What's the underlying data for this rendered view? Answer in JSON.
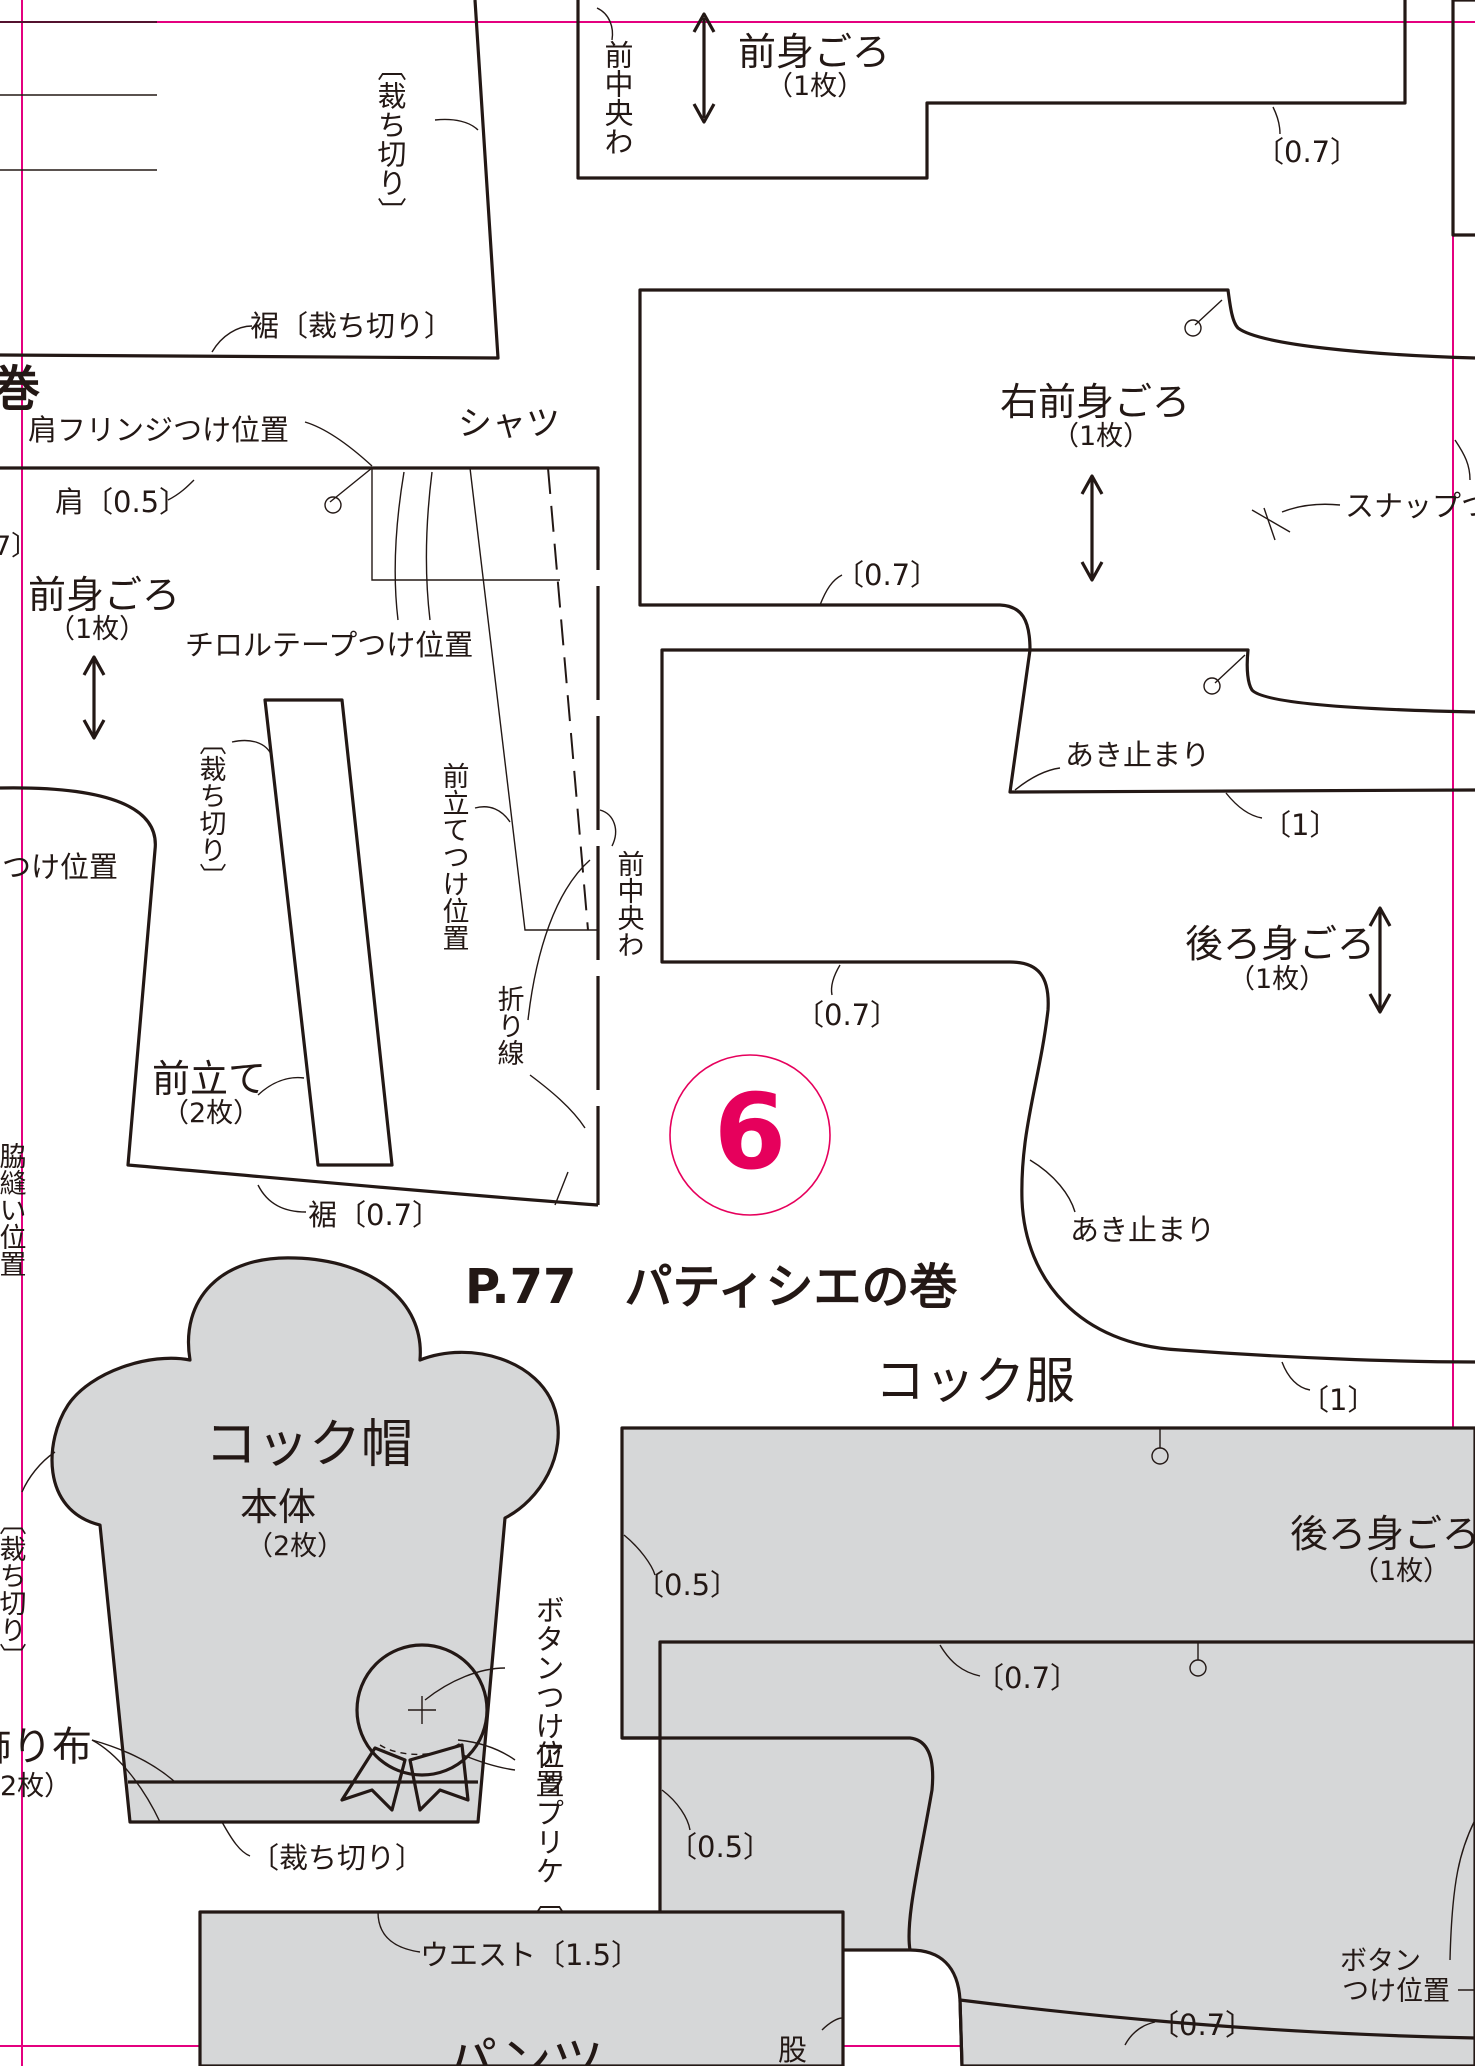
{
  "page": {
    "number": "6",
    "section_title": "P.77　パティシエの巻",
    "colors": {
      "ink": "#231815",
      "guide": "#e4007f",
      "fill": "#d6d7d8",
      "badge": "#e6005c"
    }
  },
  "pieces": {
    "top_left": {
      "cut": "〔裁ち切り〕",
      "hem": "裾〔裁ち切り〕"
    },
    "top_front": {
      "name": "前身ごろ",
      "count": "（1枚）",
      "fold": "前中央わ",
      "seam": "〔0.7〕"
    },
    "left_edge": {
      "fragment": "巻",
      "seam7": "7〕",
      "attach": "つけ位置",
      "side": "脇縫い位置",
      "cut": "〔裁ち切り〕",
      "ornament": "飾り布",
      "ornament_count": "2枚）"
    },
    "shirt": {
      "title": "シャツ",
      "fringe": "肩フリンジつけ位置",
      "shoulder": "肩〔0.5〕",
      "front_name": "前身ごろ",
      "front_count": "（1枚）",
      "tyrol": "チロルテープつけ位置",
      "placket_cut": "〔裁ち切り〕",
      "placket_attach": "前立てつけ位置",
      "fold_line": "折り線",
      "center_fold": "前中央わ",
      "placket_name": "前立て",
      "placket_count": "（2枚）",
      "hem": "裾〔0.7〕"
    },
    "right_front": {
      "name": "右前身ごろ",
      "count": "（1枚）",
      "seam": "〔0.7〕",
      "snap": "スナップつ",
      "opening": "あき止まり"
    },
    "back_top": {
      "name": "後ろ身ごろ",
      "count": "（1枚）",
      "seam1": "〔1〕",
      "seam07": "〔0.7〕",
      "opening": "あき止まり",
      "seam1b": "〔1〕"
    },
    "cook_hat": {
      "title": "コック帽",
      "body": "本体",
      "count": "（2枚）",
      "button": "ボタンつけ位置",
      "applique": "アップリケ〔裁ち切り〕",
      "cut": "〔裁ち切り〕"
    },
    "cook_coat": {
      "title": "コック服",
      "back_name": "後ろ身ごろ",
      "back_count": "（1枚）",
      "seam05a": "〔0.5〕",
      "seam07a": "〔0.7〕",
      "seam05b": "〔0.5〕",
      "seam07b": "〔0.7〕",
      "button": [
        "ボタン",
        "つけ位置"
      ]
    },
    "pants": {
      "title": "パンツ",
      "waist": "ウエスト〔1.5〕",
      "crotch": "股"
    }
  }
}
